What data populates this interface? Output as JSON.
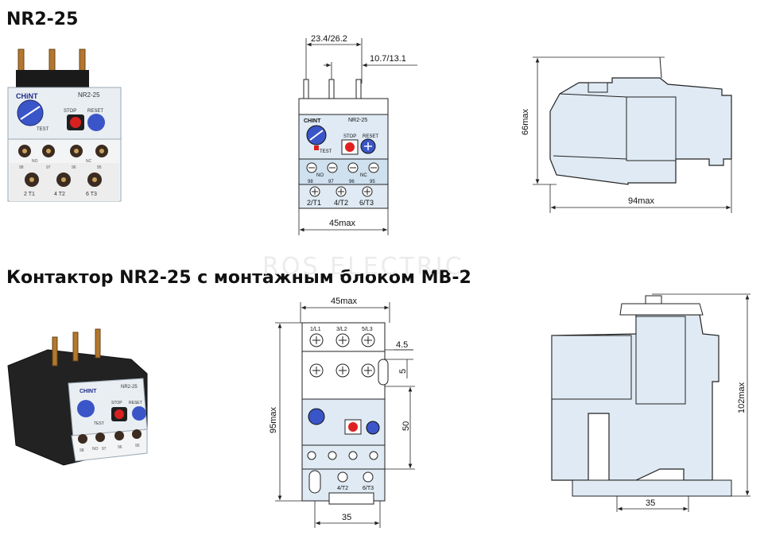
{
  "section1": {
    "title": "NR2-25",
    "photo_brand": "CHiNT",
    "photo_model": "NR2-25",
    "photo_labels": [
      "STOP",
      "RESET",
      "TEST",
      "98",
      "97",
      "96",
      "95",
      "NO",
      "NC",
      "2 T1",
      "4 T2",
      "6 T3"
    ],
    "front": {
      "dim_top": "23.4/26.2",
      "dim_pitch": "10.7/13.1",
      "dim_width": "45max",
      "brand": "CHINT",
      "model": "NR2-25",
      "stop": "STOP",
      "reset": "RESET",
      "test": "TEST",
      "terms": [
        "98",
        "97",
        "96",
        "95"
      ],
      "no": "NO",
      "nc": "NC",
      "outs": [
        "2/T1",
        "4/T2",
        "6/T3"
      ]
    },
    "side": {
      "dim_height": "66max",
      "dim_depth": "94max"
    }
  },
  "section2": {
    "title": "Контактор NR2-25 с монтажным блоком MB-2",
    "watermark": "ROS ELECTRIC",
    "photo_brand": "CHINT",
    "photo_model": "NR2-25",
    "photo_labels": [
      "STOP",
      "RESET",
      "TEST",
      "98",
      "NO",
      "97",
      "96",
      "95"
    ],
    "front": {
      "dim_width": "45max",
      "dim_height": "95max",
      "dim_a": "4.5",
      "dim_b": "5",
      "dim_c": "50",
      "dim_d": "35",
      "ins": [
        "1/L1",
        "3/L2",
        "5/L3"
      ],
      "outs": [
        "4/T2",
        "6/T3"
      ]
    },
    "side": {
      "dim_height": "102max",
      "dim_base": "35"
    }
  },
  "colors": {
    "panel": "#dfeaf4",
    "outline": "#1a1a1a",
    "dim": "#222222",
    "red": "#e02020",
    "blue": "#3a55c8"
  }
}
